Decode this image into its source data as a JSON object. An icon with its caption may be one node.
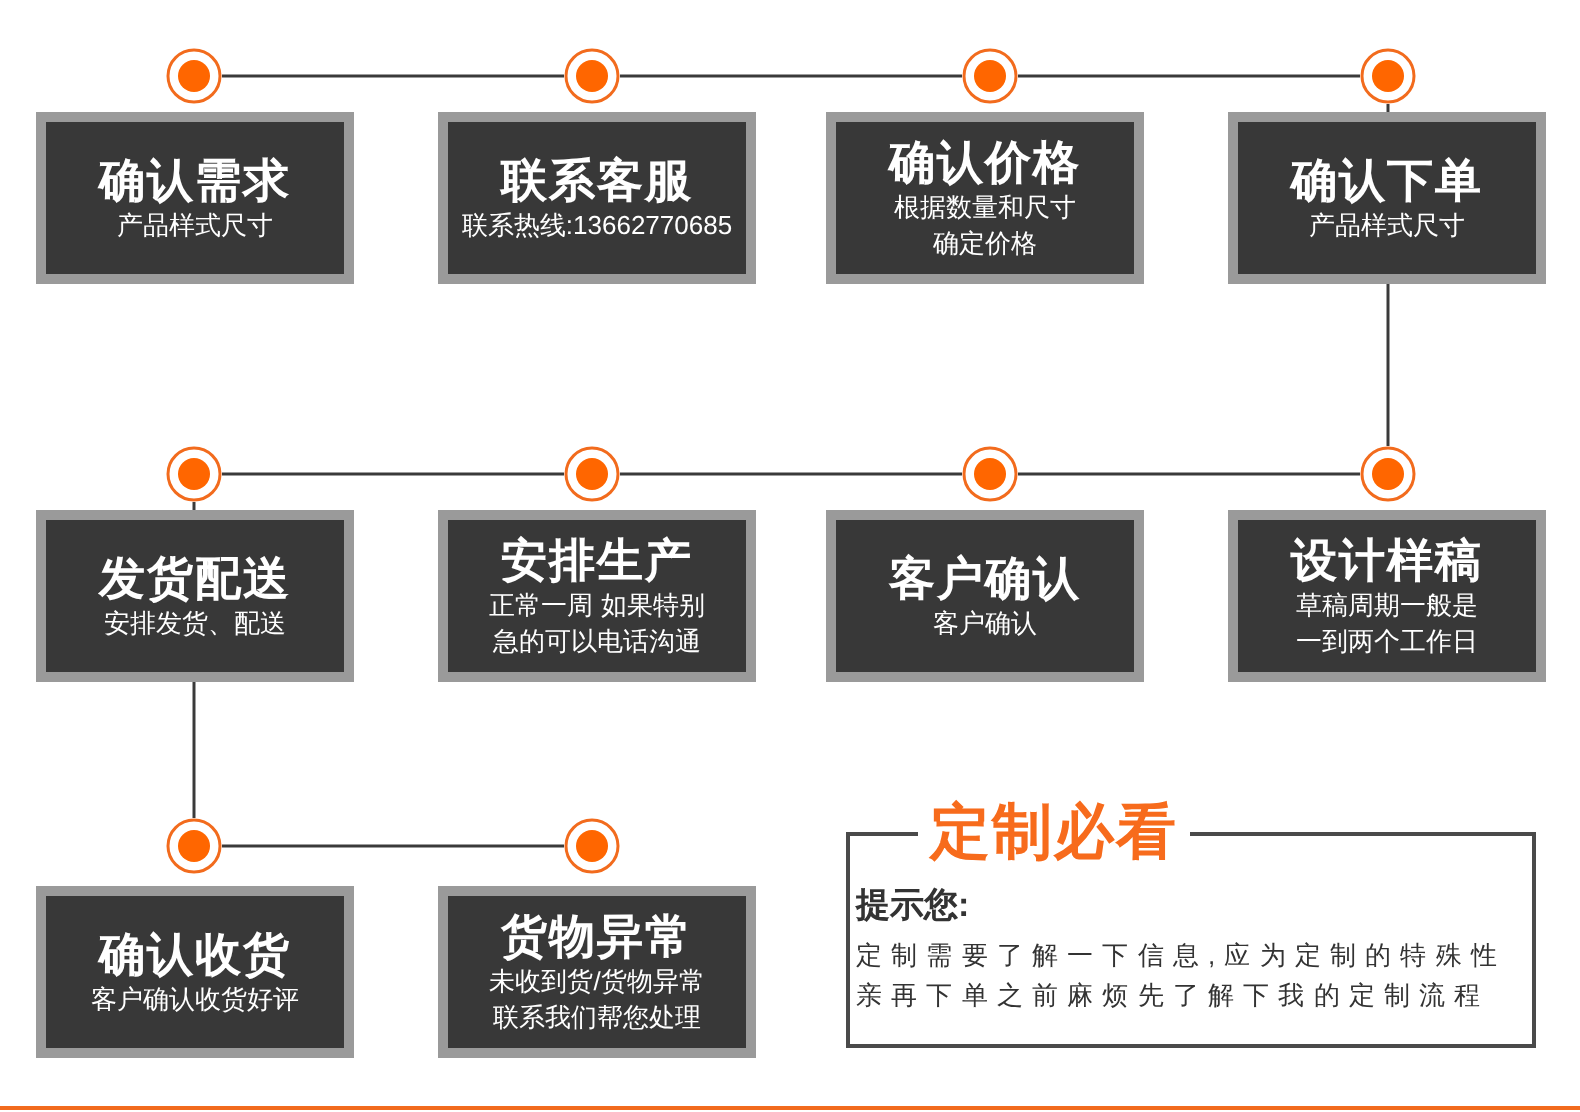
{
  "diagram": {
    "nodes": [
      {
        "text": [],
        "shape": "circle"
      },
      {
        "text": [],
        "shape": "circle"
      },
      {
        "text": [],
        "shape": "circle"
      },
      {
        "text": [],
        "shape": "circle"
      },
      {
        "text": [
          "确认需求",
          "产品样式尺寸"
        ]
      },
      {
        "text": [
          "联系客服",
          "联系热线:13662770685"
        ]
      },
      {
        "text": [
          "确认价格",
          "根据数量和尺寸确定价格"
        ]
      },
      {
        "text": [
          "确认下单",
          "产品样式尺寸"
        ]
      },
      {
        "text": [],
        "shape": "circle"
      },
      {
        "text": [],
        "shape": "circle"
      },
      {
        "text": [],
        "shape": "circle"
      },
      {
        "text": [],
        "shape": "circle"
      },
      {
        "text": [
          "发货配送",
          "安排发货、配送"
        ]
      },
      {
        "text": [
          "安排生产",
          "正常一周 如果特别急的可以电话沟通"
        ]
      },
      {
        "text": [
          "客户确认",
          "客户确认"
        ]
      },
      {
        "text": [
          "设计样稿",
          "草稿周期一般是一到两个工作日"
        ]
      },
      {
        "text": [],
        "shape": "circle"
      },
      {
        "text": [],
        "shape": "circle"
      },
      {
        "text": [
          "确认收货",
          "客户确认收货好评"
        ]
      },
      {
        "text": [
          "货物异常",
          "未收到货/货物异常联系我们帮您处理"
        ]
      },
      {
        "text": [
          "定制必看",
          "提示您:",
          "定制需要了解一下信息,应为定制的特殊性亲再下单之前麻烦先了解下我的定制流程"
        ]
      }
    ],
    "edges": [
      {
        "from": 0,
        "to": 1,
        "arrow": "none"
      },
      {
        "from": 1,
        "to": 2,
        "arrow": "none"
      },
      {
        "from": 2,
        "to": 3,
        "arrow": "none"
      },
      {
        "from": 3,
        "to": 7,
        "arrow": "none"
      },
      {
        "from": 7,
        "to": 11,
        "arrow": "none"
      },
      {
        "from": 11,
        "to": 10,
        "arrow": "none"
      },
      {
        "from": 10,
        "to": 9,
        "arrow": "none"
      },
      {
        "from": 9,
        "to": 8,
        "arrow": "none"
      },
      {
        "from": 8,
        "to": 12,
        "arrow": "none"
      },
      {
        "from": 12,
        "to": 16,
        "arrow": "none"
      },
      {
        "from": 16,
        "to": 17,
        "arrow": "none"
      }
    ]
  }
}
